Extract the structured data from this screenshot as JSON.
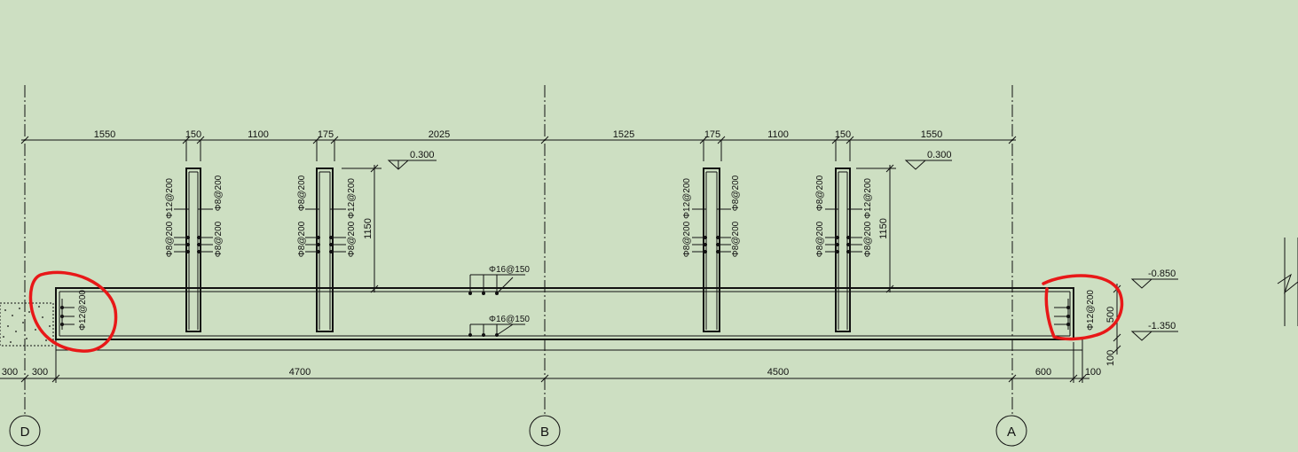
{
  "top_dimensions": [
    "1550",
    "150",
    "1100",
    "175",
    "2025",
    "1525",
    "175",
    "1100",
    "150",
    "1550"
  ],
  "bottom_dimensions": [
    "300",
    "300",
    "4700",
    "4500",
    "600",
    "100"
  ],
  "side_dimensions": [
    "500",
    "100",
    "1150",
    "1150"
  ],
  "elevations": [
    "0.300",
    "0.300",
    "-0.850",
    "-1.350"
  ],
  "axes": [
    "D",
    "B",
    "A"
  ],
  "rebar_labels": {
    "wall1_left_top": "Φ12@200",
    "wall1_right_top": "Φ8@200",
    "wall1_left_bottom": "Φ8@200",
    "wall1_right_bottom": "Φ8@200",
    "wall2_left_top": "Φ8@200",
    "wall2_right_top": "Φ12@200",
    "wall2_left_bottom": "Φ8@200",
    "wall2_right_bottom": "Φ8@200",
    "wall3_left_top": "Φ12@200",
    "wall3_right_top": "Φ8@200",
    "wall3_left_bottom": "Φ8@200",
    "wall3_right_bottom": "Φ8@200",
    "wall4_left_top": "Φ8@200",
    "wall4_right_top": "Φ12@200",
    "wall4_left_bottom": "Φ8@200",
    "wall4_right_bottom": "Φ8@200",
    "beam_top": "Φ16@150",
    "beam_bottom": "Φ16@150",
    "left_end": "Φ12@200",
    "right_end": "Φ12@200"
  },
  "colors": {
    "background": "#cddfc2",
    "line": "#111111",
    "markup": "#e81818"
  }
}
